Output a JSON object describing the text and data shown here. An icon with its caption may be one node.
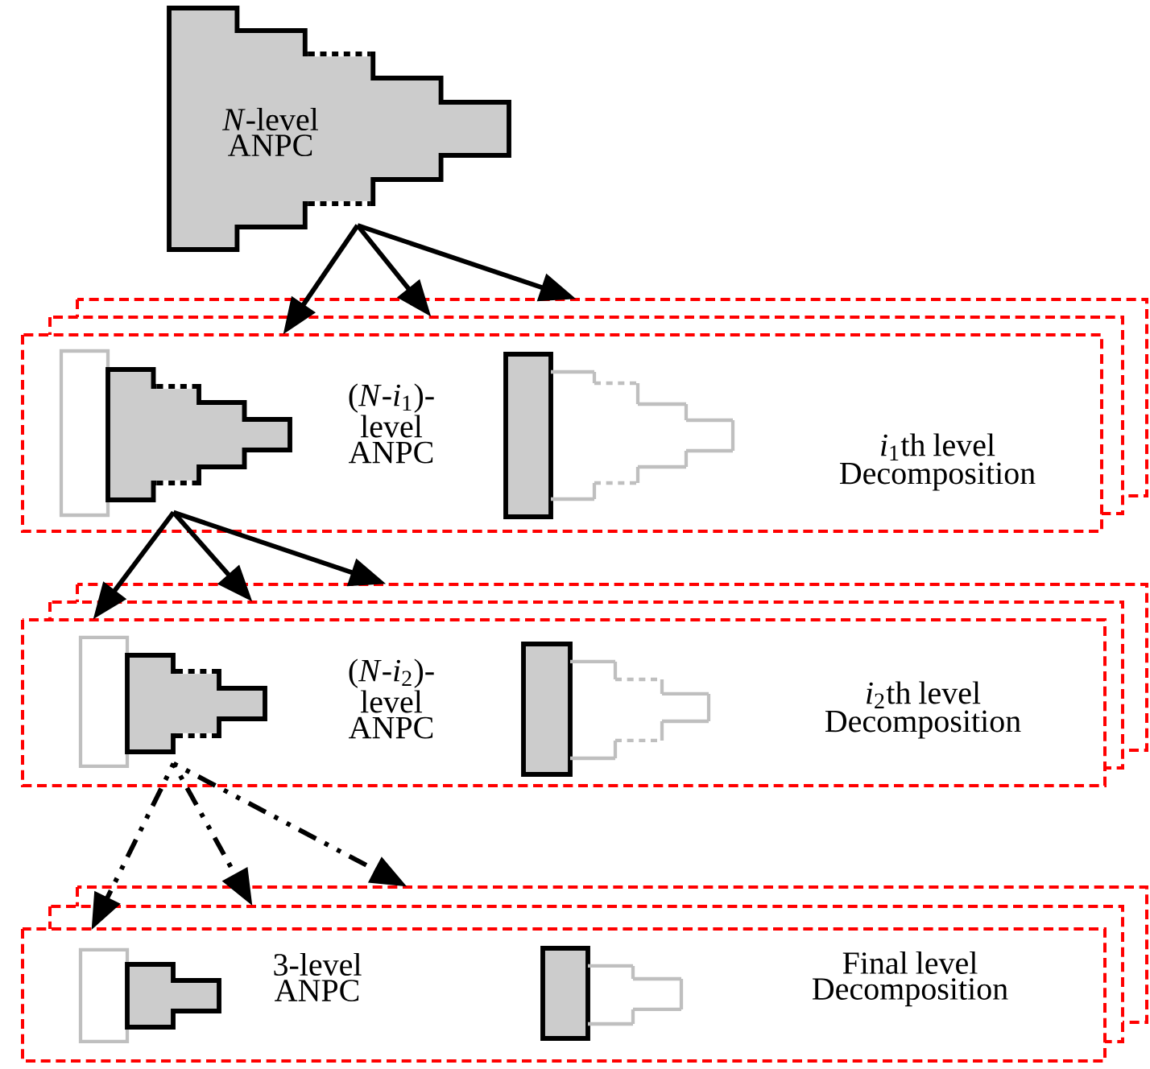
{
  "diagram": {
    "nodes": [
      {
        "text": [
          "*N*-level ANPC"
        ]
      },
      {
        "text": [],
        "shape": "box"
      },
      {
        "text": [
          "(*N*-*i*$_{1}$)- level ANPC"
        ],
        "in": 1
      },
      {
        "text": [
          "*i*$_{1}$th level Decomposition"
        ],
        "in": 1
      },
      {
        "text": [],
        "shape": "box"
      },
      {
        "text": [
          "(*N*-*i*$_{2}$)- level ANPC"
        ],
        "in": 4
      },
      {
        "text": [
          "*i*$_{2}$th level Decomposition"
        ],
        "in": 4
      },
      {
        "text": [],
        "shape": "box"
      },
      {
        "text": [
          "3-level ANPC"
        ],
        "in": 7
      },
      {
        "text": [
          "Final level Decomposition"
        ],
        "in": 7
      }
    ],
    "edges": [
      {
        "from": 0,
        "to": 1,
        "arrow": "to"
      },
      {
        "from": 0,
        "to": 1,
        "arrow": "to"
      },
      {
        "from": 0,
        "to": 1,
        "arrow": "to"
      },
      {
        "from": 2,
        "to": 4,
        "arrow": "to"
      },
      {
        "from": 2,
        "to": 4,
        "arrow": "to"
      },
      {
        "from": 2,
        "to": 4,
        "arrow": "to"
      },
      {
        "from": 5,
        "to": 7,
        "arrow": "to",
        "style": "dashed"
      },
      {
        "from": 5,
        "to": 7,
        "arrow": "to",
        "style": "dashed"
      },
      {
        "from": 5,
        "to": 7,
        "arrow": "to",
        "style": "dashed"
      }
    ]
  }
}
